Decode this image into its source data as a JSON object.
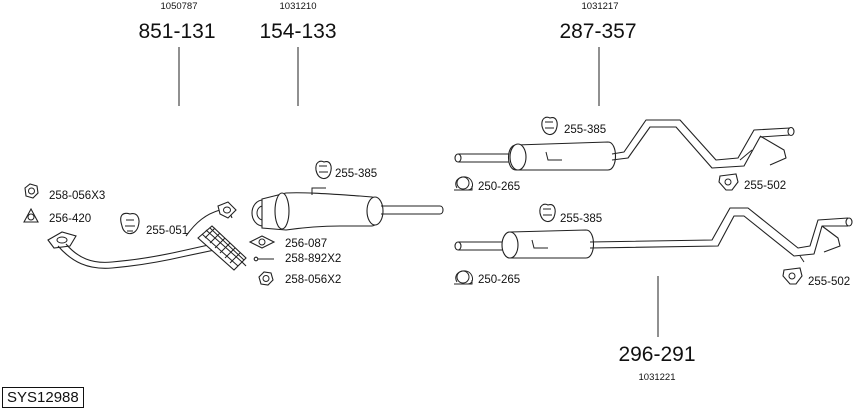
{
  "system_code": "SYS12988",
  "parts": [
    {
      "code": "851-131",
      "ref": "1050787"
    },
    {
      "code": "154-133",
      "ref": "1031210"
    },
    {
      "code": "287-357",
      "ref": "1031217"
    },
    {
      "code": "296-291",
      "ref": "1031221"
    }
  ],
  "accessories": {
    "front_nut": "258-056X3",
    "front_gasket": "256-420",
    "front_hanger": "255-051",
    "middle_hanger": "255-385",
    "middle_gasket": "256-087",
    "middle_bolt": "258-892X2",
    "middle_nut": "258-056X2",
    "rear_upper_hanger": "255-385",
    "rear_upper_clamp": "250-265",
    "rear_upper_bracket": "255-502",
    "rear_lower_hanger": "255-385",
    "rear_lower_clamp": "250-265",
    "rear_lower_bracket": "255-502"
  }
}
